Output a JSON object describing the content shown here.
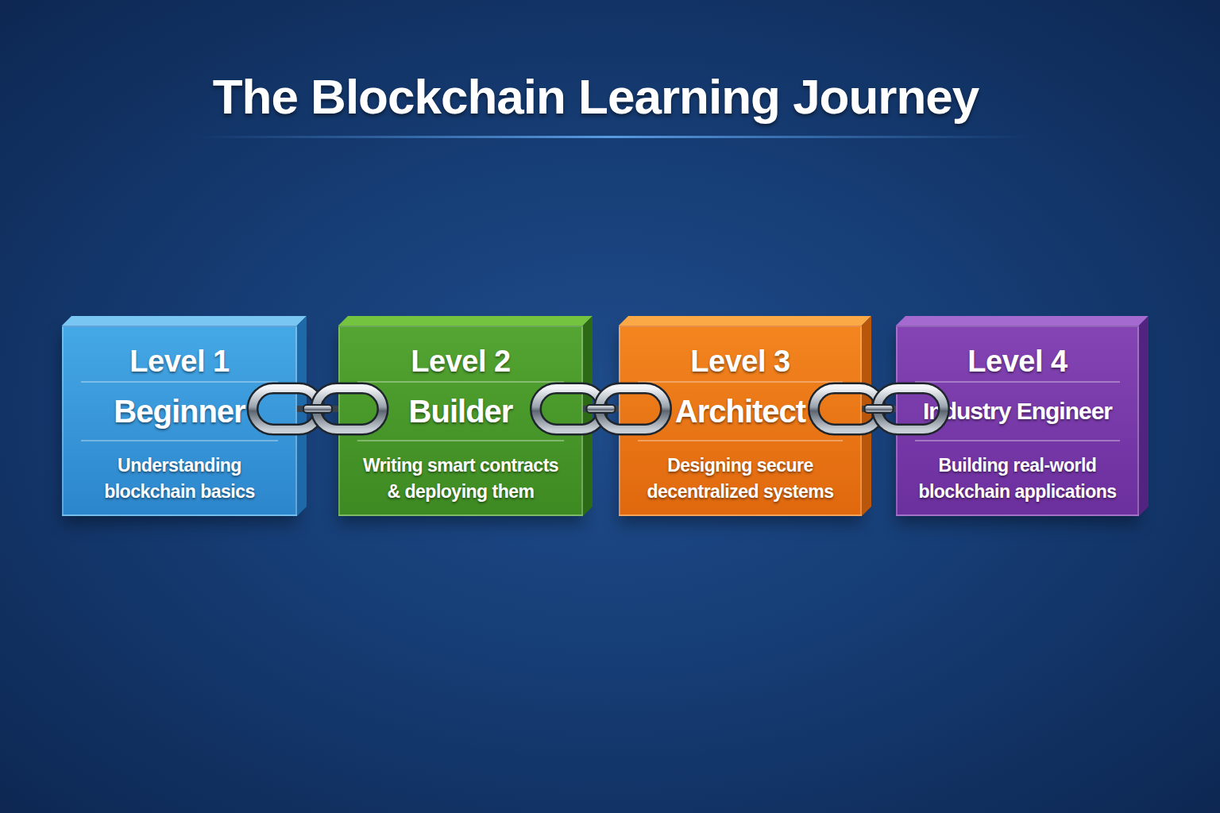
{
  "diagram": {
    "title": "The Blockchain Learning Journey",
    "nodes": [
      {
        "text": [
          "Level 1",
          "Beginner",
          "Understanding blockchain basics"
        ]
      },
      {
        "text": [
          "Level 2",
          "Builder",
          "Writing smart contracts & deploying them"
        ]
      },
      {
        "text": [
          "Level 3",
          "Architect",
          "Designing secure decentralized systems"
        ]
      },
      {
        "text": [
          "Level 4",
          "Industry Engineer",
          "Building real-world blockchain applications"
        ]
      }
    ],
    "edges": [
      {
        "from": 0,
        "to": 1,
        "arrow": "none"
      },
      {
        "from": 1,
        "to": 2,
        "arrow": "none"
      },
      {
        "from": 2,
        "to": 3,
        "arrow": "none"
      }
    ]
  }
}
